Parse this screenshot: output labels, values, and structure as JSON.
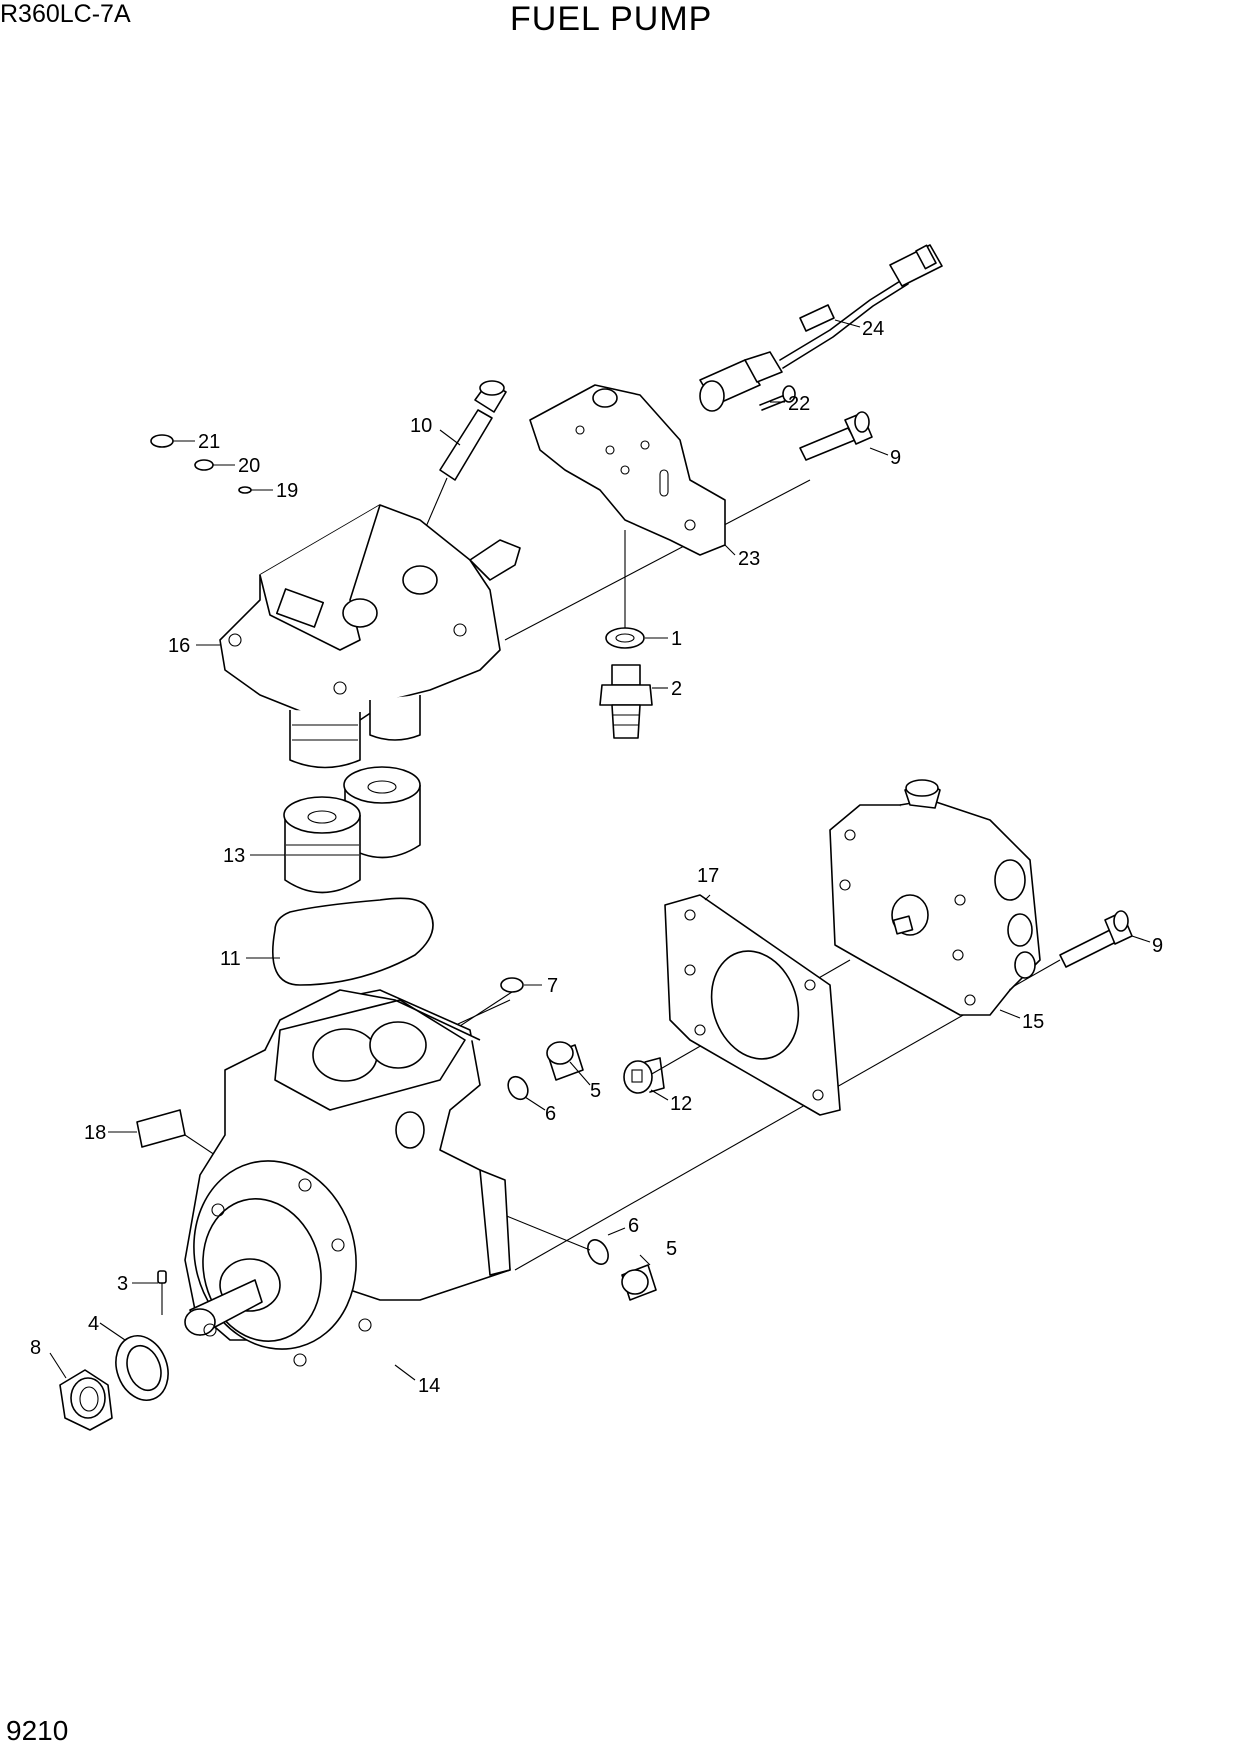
{
  "header": {
    "model": "R360LC-7A",
    "title": "FUEL PUMP"
  },
  "footer": {
    "page_number": "9210"
  },
  "callouts": [
    {
      "id": "c1",
      "text": "1"
    },
    {
      "id": "c2",
      "text": "2"
    },
    {
      "id": "c3",
      "text": "3"
    },
    {
      "id": "c4",
      "text": "4"
    },
    {
      "id": "c5a",
      "text": "5"
    },
    {
      "id": "c5b",
      "text": "5"
    },
    {
      "id": "c6a",
      "text": "6"
    },
    {
      "id": "c6b",
      "text": "6"
    },
    {
      "id": "c7",
      "text": "7"
    },
    {
      "id": "c8",
      "text": "8"
    },
    {
      "id": "c9a",
      "text": "9"
    },
    {
      "id": "c9b",
      "text": "9"
    },
    {
      "id": "c10",
      "text": "10"
    },
    {
      "id": "c11",
      "text": "11"
    },
    {
      "id": "c12",
      "text": "12"
    },
    {
      "id": "c13",
      "text": "13"
    },
    {
      "id": "c14",
      "text": "14"
    },
    {
      "id": "c15",
      "text": "15"
    },
    {
      "id": "c16",
      "text": "16"
    },
    {
      "id": "c17",
      "text": "17"
    },
    {
      "id": "c18",
      "text": "18"
    },
    {
      "id": "c19",
      "text": "19"
    },
    {
      "id": "c20",
      "text": "20"
    },
    {
      "id": "c21",
      "text": "21"
    },
    {
      "id": "c22",
      "text": "22"
    },
    {
      "id": "c23",
      "text": "23"
    },
    {
      "id": "c24",
      "text": "24"
    }
  ]
}
